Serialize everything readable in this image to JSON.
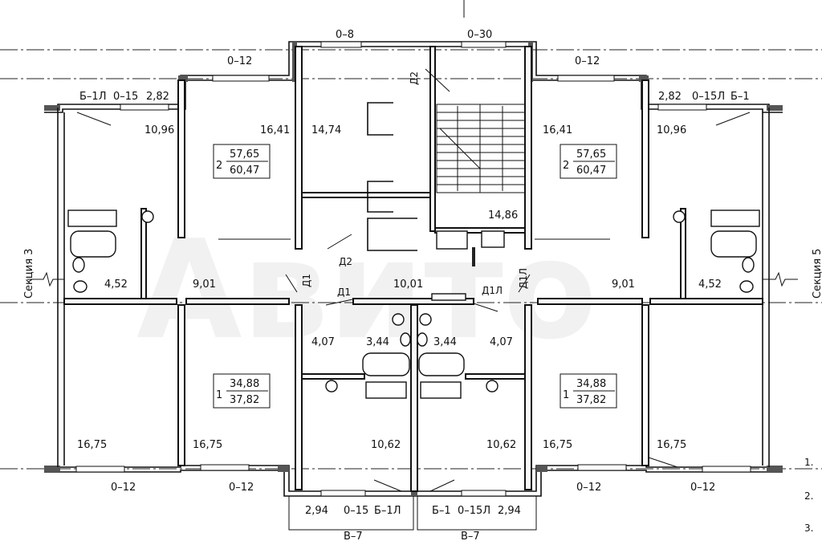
{
  "openings": {
    "o8": "0–8",
    "o30": "0–30",
    "o12_tl": "0–12",
    "o12_tr": "0–12",
    "o15_l": "0–15",
    "o15l_r": "0–15Л",
    "b1l_l": "Б–1Л",
    "b1_r": "Б–1",
    "o12_bl1": "0–12",
    "o12_bl2": "0–12",
    "o12_br1": "0–12",
    "o12_br2": "0–12",
    "o15_bl": "0–15",
    "b1l_bl": "Б–1Л",
    "b1_br": "Б–1",
    "o15l_br": "0–15Л",
    "v7_l": "В–7",
    "v7_r": "В–7"
  },
  "doors": {
    "d2_top": "Д2",
    "d2_mid": "Д2",
    "d1_l": "Д1",
    "d1_c": "Д1",
    "d1l_c": "Д1Л",
    "d1l_r": "Д1Л"
  },
  "areas": {
    "balcony_tl": "2,82",
    "balcony_tr": "2,82",
    "room_tl": "10,96",
    "room_tr": "10,96",
    "living_l": "16,41",
    "living_r": "16,41",
    "stair_hall": "14,74",
    "corridor_c": "14,86",
    "bath_l": "4,52",
    "bath_r": "4,52",
    "hall_l": "9,01",
    "hall_r": "9,01",
    "hall_c": "10,01",
    "hall_s_l": "4,07",
    "hall_s_r": "4,07",
    "wc_l": "3,44",
    "wc_r": "3,44",
    "room_bl": "16,75",
    "room_bl2": "16,75",
    "room_br": "16,75",
    "room_br2": "16,75",
    "kitchen_l": "10,62",
    "kitchen_r": "10,62",
    "balcony_bl": "2,94",
    "balcony_br": "2,94"
  },
  "apartments": {
    "apt2_left": {
      "rooms": "2",
      "living": "57,65",
      "total": "60,47"
    },
    "apt2_right": {
      "rooms": "2",
      "living": "57,65",
      "total": "60,47"
    },
    "apt1_left": {
      "rooms": "1",
      "living": "34,88",
      "total": "37,82"
    },
    "apt1_right": {
      "rooms": "1",
      "living": "34,88",
      "total": "37,82"
    }
  },
  "sections": {
    "left": "Секция 3",
    "right": "Секция 5"
  },
  "notes": [
    "1.",
    "2.",
    "3."
  ],
  "watermark": "Авито"
}
